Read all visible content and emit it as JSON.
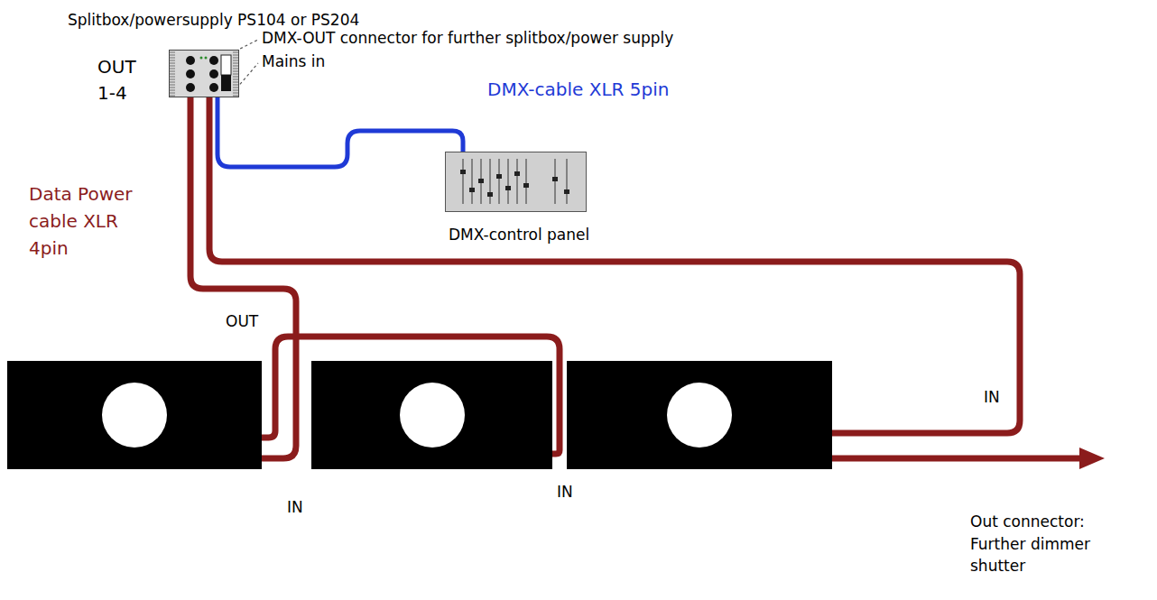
{
  "diagram": {
    "nodes": [
      {
        "text": [
          "Splitbox/powersupply PS104 or PS204"
        ]
      },
      {
        "text": [
          "DMX-control panel"
        ]
      },
      {
        "text": [
          "OUT",
          "IN"
        ]
      },
      {
        "text": [
          "IN"
        ]
      },
      {
        "text": [
          "IN"
        ]
      }
    ],
    "edges": [
      {
        "from": 0,
        "to": 1,
        "arrow": "none",
        "label": "DMX-cable XLR 5pin"
      },
      {
        "from": 0,
        "to": 2,
        "arrow": "none",
        "label": "Data Power cable XLR 4pin"
      },
      {
        "from": 2,
        "to": 3,
        "arrow": "none"
      },
      {
        "from": 0,
        "to": 4,
        "arrow": "none"
      }
    ],
    "labels": [
      "OUT 1-4",
      "DMX-OUT connector for further splitbox/power supply",
      "Mains in",
      "Out connector: Further dimmer shutter"
    ]
  }
}
